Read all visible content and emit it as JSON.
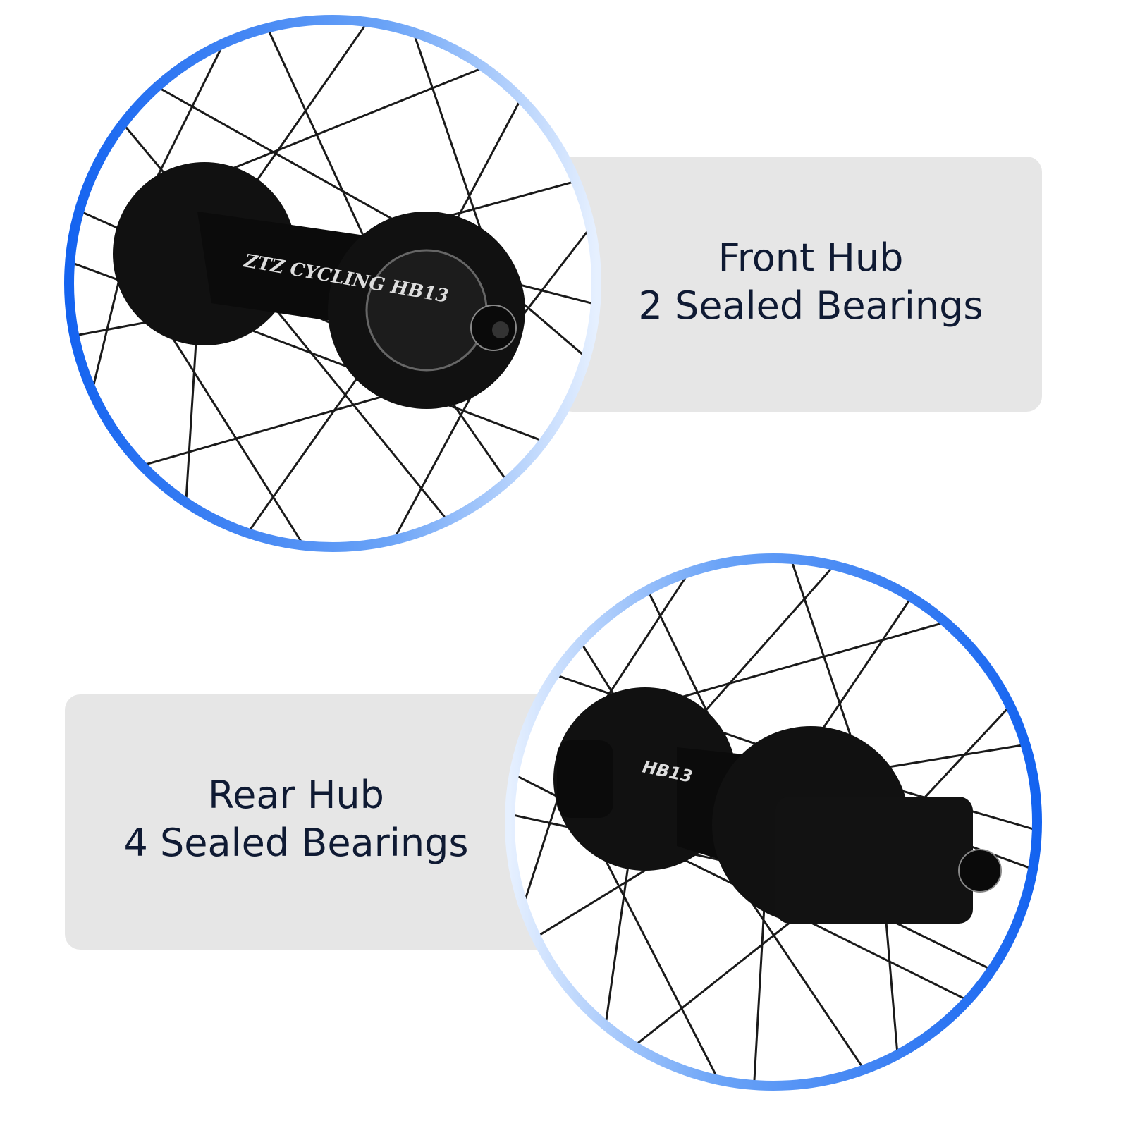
{
  "front": {
    "title": "Front Hub",
    "subtitle": "2 Sealed Bearings",
    "hub_logo": "ZTZ CYCLING HB13"
  },
  "rear": {
    "title": "Rear Hub",
    "subtitle": "4 Sealed Bearings",
    "hub_logo": "HB13"
  },
  "colors": {
    "ring_dark": "#1463f0",
    "ring_light": "#e6f0ff",
    "panel": "#e6e6e6",
    "text": "#0f1a33"
  }
}
